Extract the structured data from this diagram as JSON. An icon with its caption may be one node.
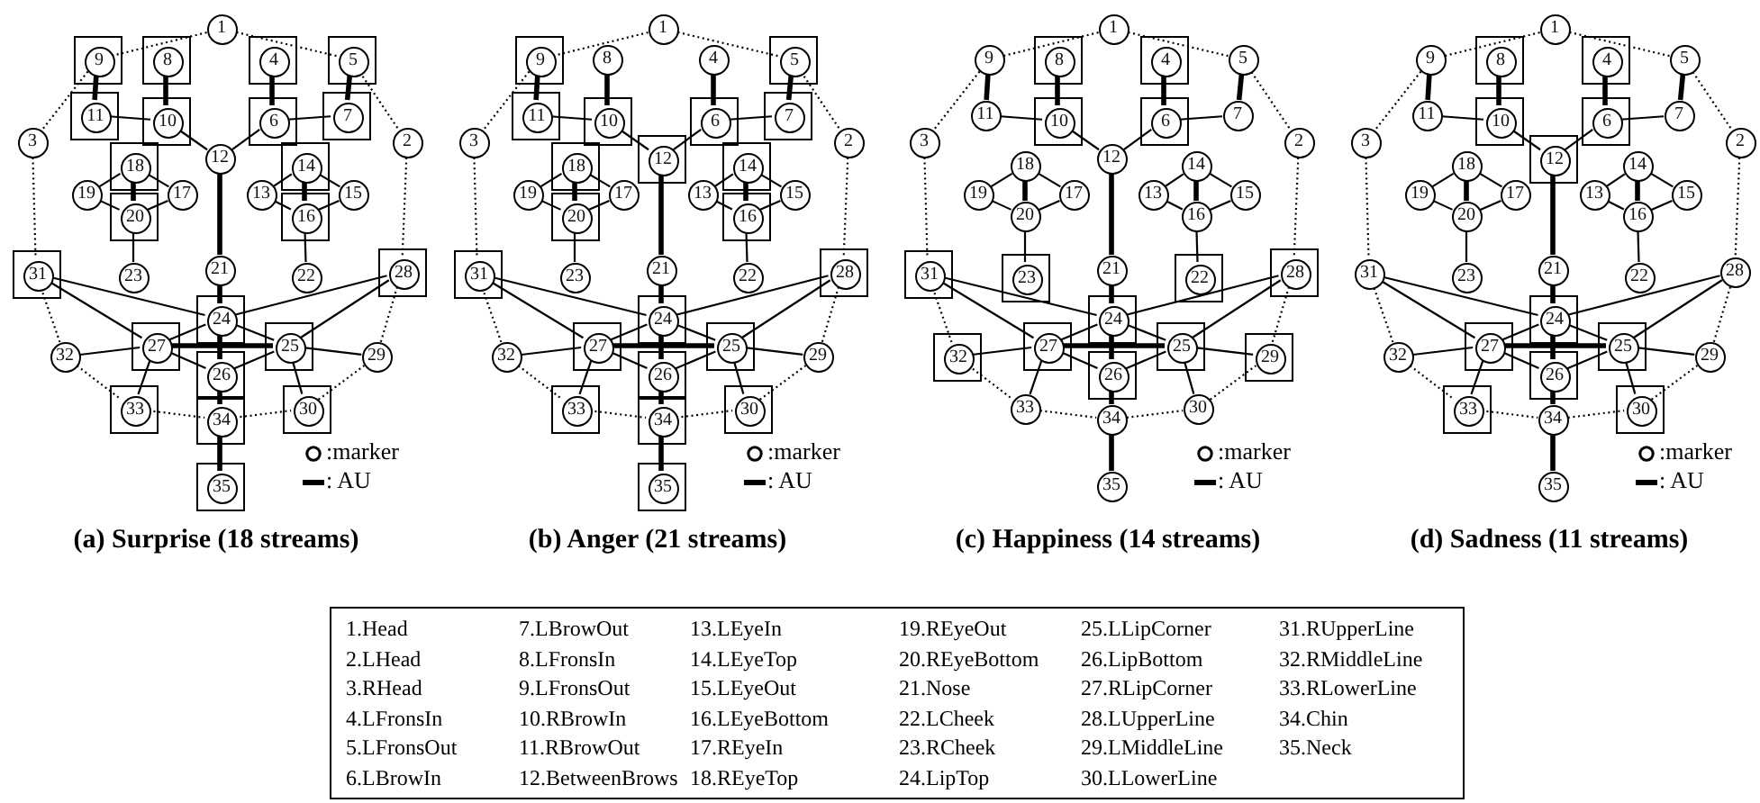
{
  "diagram": {
    "nodes": [
      {
        "text": [],
        "shape": "box"
      },
      {
        "text": [],
        "shape": "box"
      },
      {
        "text": [],
        "shape": "box"
      },
      {
        "text": [],
        "shape": "box"
      },
      {
        "text": [],
        "shape": "box"
      },
      {
        "text": [],
        "shape": "box"
      },
      {
        "text": [],
        "shape": "box"
      },
      {
        "text": [],
        "shape": "box"
      },
      {
        "text": [],
        "shape": "box"
      },
      {
        "text": [],
        "shape": "box"
      },
      {
        "text": [],
        "shape": "box"
      },
      {
        "text": [],
        "shape": "box"
      },
      {
        "text": [],
        "shape": "box"
      },
      {
        "text": [],
        "shape": "box"
      },
      {
        "text": [],
        "shape": "box"
      },
      {
        "text": [],
        "shape": "box"
      },
      {
        "text": [],
        "shape": "box"
      },
      {
        "text": [],
        "shape": "box"
      },
      {
        "text": [],
        "shape": "box"
      },
      {
        "text": [],
        "shape": "box"
      },
      {
        "text": [],
        "shape": "box"
      },
      {
        "text": [],
        "shape": "box"
      },
      {
        "text": [
          "1"
        ]
      },
      {
        "text": [
          "2"
        ]
      },
      {
        "text": [
          "3"
        ]
      },
      {
        "text": [
          "4"
        ],
        "in": 0
      },
      {
        "text": [
          "5"
        ],
        "in": 1
      },
      {
        "text": [
          "6"
        ],
        "in": 2
      },
      {
        "text": [
          "7"
        ],
        "in": 3
      },
      {
        "text": [
          "8"
        ],
        "in": 4
      },
      {
        "text": [
          "9"
        ],
        "in": 5
      },
      {
        "text": [
          "10"
        ],
        "in": 6
      },
      {
        "text": [
          "11"
        ],
        "in": 7
      },
      {
        "text": [
          "12"
        ]
      },
      {
        "text": [
          "13"
        ]
      },
      {
        "text": [
          "14"
        ],
        "in": 8
      },
      {
        "text": [
          "15"
        ]
      },
      {
        "text": [
          "16"
        ],
        "in": 9
      },
      {
        "text": [
          "17"
        ]
      },
      {
        "text": [
          "18"
        ],
        "in": 10
      },
      {
        "text": [
          "19"
        ]
      },
      {
        "text": [
          "20"
        ],
        "in": 11
      },
      {
        "text": [
          "21"
        ]
      },
      {
        "text": [
          "22"
        ]
      },
      {
        "text": [
          "23"
        ]
      },
      {
        "text": [
          "24"
        ],
        "in": 12
      },
      {
        "text": [
          "25"
        ],
        "in": 13
      },
      {
        "text": [
          "26"
        ],
        "in": 14
      },
      {
        "text": [
          "27"
        ],
        "in": 15
      },
      {
        "text": [
          "28"
        ],
        "in": 16
      },
      {
        "text": [
          "29"
        ]
      },
      {
        "text": [
          "30"
        ],
        "in": 17
      },
      {
        "text": [
          "31"
        ],
        "in": 18
      },
      {
        "text": [
          "32"
        ]
      },
      {
        "text": [
          "33"
        ],
        "in": 19
      },
      {
        "text": [
          "34"
        ],
        "in": 20
      },
      {
        "text": [
          "35"
        ],
        "in": 21
      },
      {
        "text": [],
        "shape": "box"
      },
      {
        "text": [],
        "shape": "box"
      },
      {
        "text": [],
        "shape": "box"
      },
      {
        "text": [],
        "shape": "box"
      },
      {
        "text": [],
        "shape": "box"
      },
      {
        "text": [],
        "shape": "box"
      },
      {
        "text": [],
        "shape": "box"
      },
      {
        "text": [],
        "shape": "box"
      },
      {
        "text": [],
        "shape": "box"
      },
      {
        "text": [],
        "shape": "box"
      },
      {
        "text": [],
        "shape": "box"
      },
      {
        "text": [],
        "shape": "box"
      },
      {
        "text": [],
        "shape": "box"
      },
      {
        "text": [],
        "shape": "box"
      },
      {
        "text": [],
        "shape": "box"
      },
      {
        "text": [],
        "shape": "box"
      },
      {
        "text": [],
        "shape": "box"
      },
      {
        "text": [],
        "shape": "box"
      },
      {
        "text": [],
        "shape": "box"
      },
      {
        "text": [],
        "shape": "box"
      },
      {
        "text": [],
        "shape": "box"
      },
      {
        "text": [
          "1"
        ]
      },
      {
        "text": [
          "2"
        ]
      },
      {
        "text": [
          "3"
        ]
      },
      {
        "text": [
          "4"
        ]
      },
      {
        "text": [
          "5"
        ],
        "in": 57
      },
      {
        "text": [
          "6"
        ],
        "in": 58
      },
      {
        "text": [
          "7"
        ],
        "in": 59
      },
      {
        "text": [
          "8"
        ]
      },
      {
        "text": [
          "9"
        ],
        "in": 60
      },
      {
        "text": [
          "10"
        ],
        "in": 61
      },
      {
        "text": [
          "11"
        ],
        "in": 62
      },
      {
        "text": [
          "12"
        ],
        "in": 63
      },
      {
        "text": [
          "13"
        ]
      },
      {
        "text": [
          "14"
        ],
        "in": 64
      },
      {
        "text": [
          "15"
        ]
      },
      {
        "text": [
          "16"
        ],
        "in": 65
      },
      {
        "text": [
          "17"
        ]
      },
      {
        "text": [
          "18"
        ],
        "in": 66
      },
      {
        "text": [
          "19"
        ]
      },
      {
        "text": [
          "20"
        ],
        "in": 67
      },
      {
        "text": [
          "21"
        ]
      },
      {
        "text": [
          "22"
        ]
      },
      {
        "text": [
          "23"
        ]
      },
      {
        "text": [
          "24"
        ],
        "in": 68
      },
      {
        "text": [
          "25"
        ],
        "in": 69
      },
      {
        "text": [
          "26"
        ],
        "in": 70
      },
      {
        "text": [
          "27"
        ],
        "in": 71
      },
      {
        "text": [
          "28"
        ],
        "in": 72
      },
      {
        "text": [
          "29"
        ]
      },
      {
        "text": [
          "30"
        ],
        "in": 73
      },
      {
        "text": [
          "31"
        ],
        "in": 74
      },
      {
        "text": [
          "32"
        ]
      },
      {
        "text": [
          "33"
        ],
        "in": 75
      },
      {
        "text": [
          "34"
        ],
        "in": 76
      },
      {
        "text": [
          "35"
        ],
        "in": 77
      },
      {
        "text": [],
        "shape": "box"
      },
      {
        "text": [],
        "shape": "box"
      },
      {
        "text": [],
        "shape": "box"
      },
      {
        "text": [],
        "shape": "box"
      },
      {
        "text": [],
        "shape": "box"
      },
      {
        "text": [],
        "shape": "box"
      },
      {
        "text": [],
        "shape": "box"
      },
      {
        "text": [],
        "shape": "box"
      },
      {
        "text": [],
        "shape": "box"
      },
      {
        "text": [],
        "shape": "box"
      },
      {
        "text": [],
        "shape": "box"
      },
      {
        "text": [],
        "shape": "box"
      },
      {
        "text": [],
        "shape": "box"
      },
      {
        "text": [],
        "shape": "box"
      },
      {
        "text": [
          "1"
        ]
      },
      {
        "text": [
          "2"
        ]
      },
      {
        "text": [
          "3"
        ]
      },
      {
        "text": [
          "4"
        ],
        "in": 113
      },
      {
        "text": [
          "5"
        ]
      },
      {
        "text": [
          "6"
        ],
        "in": 114
      },
      {
        "text": [
          "7"
        ]
      },
      {
        "text": [
          "8"
        ],
        "in": 115
      },
      {
        "text": [
          "9"
        ]
      },
      {
        "text": [
          "10"
        ],
        "in": 116
      },
      {
        "text": [
          "11"
        ]
      },
      {
        "text": [
          "12"
        ]
      },
      {
        "text": [
          "13"
        ]
      },
      {
        "text": [
          "14"
        ]
      },
      {
        "text": [
          "15"
        ]
      },
      {
        "text": [
          "16"
        ]
      },
      {
        "text": [
          "17"
        ]
      },
      {
        "text": [
          "18"
        ]
      },
      {
        "text": [
          "19"
        ]
      },
      {
        "text": [
          "20"
        ]
      },
      {
        "text": [
          "21"
        ]
      },
      {
        "text": [
          "22"
        ],
        "in": 117
      },
      {
        "text": [
          "23"
        ],
        "in": 118
      },
      {
        "text": [
          "24"
        ],
        "in": 119
      },
      {
        "text": [
          "25"
        ],
        "in": 120
      },
      {
        "text": [
          "26"
        ],
        "in": 121
      },
      {
        "text": [
          "27"
        ],
        "in": 122
      },
      {
        "text": [
          "28"
        ],
        "in": 123
      },
      {
        "text": [
          "29"
        ],
        "in": 124
      },
      {
        "text": [
          "30"
        ]
      },
      {
        "text": [
          "31"
        ],
        "in": 125
      },
      {
        "text": [
          "32"
        ],
        "in": 126
      },
      {
        "text": [
          "33"
        ]
      },
      {
        "text": [
          "34"
        ]
      },
      {
        "text": [
          "35"
        ]
      },
      {
        "text": [],
        "shape": "box"
      },
      {
        "text": [],
        "shape": "box"
      },
      {
        "text": [],
        "shape": "box"
      },
      {
        "text": [],
        "shape": "box"
      },
      {
        "text": [],
        "shape": "box"
      },
      {
        "text": [],
        "shape": "box"
      },
      {
        "text": [],
        "shape": "box"
      },
      {
        "text": [],
        "shape": "box"
      },
      {
        "text": [],
        "shape": "box"
      },
      {
        "text": [],
        "shape": "box"
      },
      {
        "text": [],
        "shape": "box"
      },
      {
        "text": [
          "1"
        ]
      },
      {
        "text": [
          "2"
        ]
      },
      {
        "text": [
          "3"
        ]
      },
      {
        "text": [
          "4"
        ],
        "in": 162
      },
      {
        "text": [
          "5"
        ]
      },
      {
        "text": [
          "6"
        ],
        "in": 163
      },
      {
        "text": [
          "7"
        ]
      },
      {
        "text": [
          "8"
        ],
        "in": 164
      },
      {
        "text": [
          "9"
        ]
      },
      {
        "text": [
          "10"
        ],
        "in": 165
      },
      {
        "text": [
          "11"
        ]
      },
      {
        "text": [
          "12"
        ],
        "in": 166
      },
      {
        "text": [
          "13"
        ]
      },
      {
        "text": [
          "14"
        ]
      },
      {
        "text": [
          "15"
        ]
      },
      {
        "text": [
          "16"
        ]
      },
      {
        "text": [
          "17"
        ]
      },
      {
        "text": [
          "18"
        ]
      },
      {
        "text": [
          "19"
        ]
      },
      {
        "text": [
          "20"
        ]
      },
      {
        "text": [
          "21"
        ]
      },
      {
        "text": [
          "22"
        ]
      },
      {
        "text": [
          "23"
        ]
      },
      {
        "text": [
          "24"
        ],
        "in": 167
      },
      {
        "text": [
          "25"
        ],
        "in": 168
      },
      {
        "text": [
          "26"
        ],
        "in": 169
      },
      {
        "text": [
          "27"
        ],
        "in": 170
      },
      {
        "text": [
          "28"
        ]
      },
      {
        "text": [
          "29"
        ]
      },
      {
        "text": [
          "30"
        ],
        "in": 171
      },
      {
        "text": [
          "31"
        ]
      },
      {
        "text": [
          "32"
        ]
      },
      {
        "text": [
          "33"
        ],
        "in": 172
      },
      {
        "text": [
          "34"
        ]
      },
      {
        "text": [
          "35"
        ]
      }
    ],
    "edges": [
      {
        "from": 22,
        "to": 30,
        "arrow": "none",
        "style": "dashed"
      },
      {
        "from": 22,
        "to": 26,
        "arrow": "none",
        "style": "dashed"
      },
      {
        "from": 30,
        "to": 24,
        "arrow": "none",
        "style": "dashed"
      },
      {
        "from": 26,
        "to": 23,
        "arrow": "none",
        "style": "dashed"
      },
      {
        "from": 24,
        "to": 52,
        "arrow": "none",
        "style": "dashed"
      },
      {
        "from": 23,
        "to": 49,
        "arrow": "none",
        "style": "dashed"
      },
      {
        "from": 52,
        "to": 53,
        "arrow": "none",
        "style": "dashed"
      },
      {
        "from": 53,
        "to": 54,
        "arrow": "none",
        "style": "dashed"
      },
      {
        "from": 54,
        "to": 55,
        "arrow": "none",
        "style": "dashed"
      },
      {
        "from": 55,
        "to": 51,
        "arrow": "none",
        "style": "dashed"
      },
      {
        "from": 51,
        "to": 50,
        "arrow": "none",
        "style": "dashed"
      },
      {
        "from": 50,
        "to": 49,
        "arrow": "none",
        "style": "dashed"
      },
      {
        "from": 30,
        "to": 32,
        "arrow": "none",
        "style": "thick"
      },
      {
        "from": 29,
        "to": 31,
        "arrow": "none",
        "style": "thick"
      },
      {
        "from": 32,
        "to": 31,
        "arrow": "none"
      },
      {
        "from": 31,
        "to": 33,
        "arrow": "none"
      },
      {
        "from": 25,
        "to": 27,
        "arrow": "none",
        "style": "thick"
      },
      {
        "from": 26,
        "to": 28,
        "arrow": "none",
        "style": "thick"
      },
      {
        "from": 28,
        "to": 27,
        "arrow": "none"
      },
      {
        "from": 27,
        "to": 33,
        "arrow": "none"
      },
      {
        "from": 33,
        "to": 42,
        "arrow": "none",
        "style": "thick"
      },
      {
        "from": 42,
        "to": 45,
        "arrow": "none",
        "style": "thick"
      },
      {
        "from": 39,
        "to": 40,
        "arrow": "none"
      },
      {
        "from": 39,
        "to": 38,
        "arrow": "none"
      },
      {
        "from": 39,
        "to": 41,
        "arrow": "none",
        "style": "thick"
      },
      {
        "from": 40,
        "to": 41,
        "arrow": "none"
      },
      {
        "from": 38,
        "to": 41,
        "arrow": "none"
      },
      {
        "from": 41,
        "to": 44,
        "arrow": "none"
      },
      {
        "from": 35,
        "to": 34,
        "arrow": "none"
      },
      {
        "from": 35,
        "to": 36,
        "arrow": "none"
      },
      {
        "from": 35,
        "to": 37,
        "arrow": "none",
        "style": "thick"
      },
      {
        "from": 34,
        "to": 37,
        "arrow": "none"
      },
      {
        "from": 36,
        "to": 37,
        "arrow": "none"
      },
      {
        "from": 37,
        "to": 43,
        "arrow": "none"
      },
      {
        "from": 52,
        "to": 45,
        "arrow": "none"
      },
      {
        "from": 52,
        "to": 48,
        "arrow": "none"
      },
      {
        "from": 49,
        "to": 45,
        "arrow": "none"
      },
      {
        "from": 49,
        "to": 46,
        "arrow": "none"
      },
      {
        "from": 45,
        "to": 48,
        "arrow": "none"
      },
      {
        "from": 45,
        "to": 46,
        "arrow": "none"
      },
      {
        "from": 48,
        "to": 47,
        "arrow": "none"
      },
      {
        "from": 46,
        "to": 47,
        "arrow": "none"
      },
      {
        "from": 48,
        "to": 46,
        "arrow": "none",
        "style": "thick"
      },
      {
        "from": 45,
        "to": 47,
        "arrow": "none",
        "style": "thick"
      },
      {
        "from": 53,
        "to": 48,
        "arrow": "none"
      },
      {
        "from": 50,
        "to": 46,
        "arrow": "none"
      },
      {
        "from": 48,
        "to": 54,
        "arrow": "none"
      },
      {
        "from": 46,
        "to": 51,
        "arrow": "none"
      },
      {
        "from": 47,
        "to": 55,
        "arrow": "none",
        "style": "thick"
      },
      {
        "from": 55,
        "to": 56,
        "arrow": "none",
        "style": "thick"
      },
      {
        "from": 78,
        "to": 86,
        "arrow": "none",
        "style": "dashed"
      },
      {
        "from": 78,
        "to": 82,
        "arrow": "none",
        "style": "dashed"
      },
      {
        "from": 86,
        "to": 80,
        "arrow": "none",
        "style": "dashed"
      },
      {
        "from": 82,
        "to": 79,
        "arrow": "none",
        "style": "dashed"
      },
      {
        "from": 80,
        "to": 108,
        "arrow": "none",
        "style": "dashed"
      },
      {
        "from": 79,
        "to": 105,
        "arrow": "none",
        "style": "dashed"
      },
      {
        "from": 108,
        "to": 109,
        "arrow": "none",
        "style": "dashed"
      },
      {
        "from": 109,
        "to": 110,
        "arrow": "none",
        "style": "dashed"
      },
      {
        "from": 110,
        "to": 111,
        "arrow": "none",
        "style": "dashed"
      },
      {
        "from": 111,
        "to": 107,
        "arrow": "none",
        "style": "dashed"
      },
      {
        "from": 107,
        "to": 106,
        "arrow": "none",
        "style": "dashed"
      },
      {
        "from": 106,
        "to": 105,
        "arrow": "none",
        "style": "dashed"
      },
      {
        "from": 86,
        "to": 88,
        "arrow": "none",
        "style": "thick"
      },
      {
        "from": 85,
        "to": 87,
        "arrow": "none",
        "style": "thick"
      },
      {
        "from": 88,
        "to": 87,
        "arrow": "none"
      },
      {
        "from": 87,
        "to": 89,
        "arrow": "none"
      },
      {
        "from": 81,
        "to": 83,
        "arrow": "none",
        "style": "thick"
      },
      {
        "from": 82,
        "to": 84,
        "arrow": "none",
        "style": "thick"
      },
      {
        "from": 84,
        "to": 83,
        "arrow": "none"
      },
      {
        "from": 83,
        "to": 89,
        "arrow": "none"
      },
      {
        "from": 89,
        "to": 98,
        "arrow": "none",
        "style": "thick"
      },
      {
        "from": 98,
        "to": 101,
        "arrow": "none",
        "style": "thick"
      },
      {
        "from": 95,
        "to": 96,
        "arrow": "none"
      },
      {
        "from": 95,
        "to": 94,
        "arrow": "none"
      },
      {
        "from": 95,
        "to": 97,
        "arrow": "none",
        "style": "thick"
      },
      {
        "from": 96,
        "to": 97,
        "arrow": "none"
      },
      {
        "from": 94,
        "to": 97,
        "arrow": "none"
      },
      {
        "from": 97,
        "to": 100,
        "arrow": "none"
      },
      {
        "from": 91,
        "to": 90,
        "arrow": "none"
      },
      {
        "from": 91,
        "to": 92,
        "arrow": "none"
      },
      {
        "from": 91,
        "to": 93,
        "arrow": "none",
        "style": "thick"
      },
      {
        "from": 90,
        "to": 93,
        "arrow": "none"
      },
      {
        "from": 92,
        "to": 93,
        "arrow": "none"
      },
      {
        "from": 93,
        "to": 99,
        "arrow": "none"
      },
      {
        "from": 108,
        "to": 101,
        "arrow": "none"
      },
      {
        "from": 108,
        "to": 104,
        "arrow": "none"
      },
      {
        "from": 105,
        "to": 101,
        "arrow": "none"
      },
      {
        "from": 105,
        "to": 102,
        "arrow": "none"
      },
      {
        "from": 101,
        "to": 104,
        "arrow": "none"
      },
      {
        "from": 101,
        "to": 102,
        "arrow": "none"
      },
      {
        "from": 104,
        "to": 103,
        "arrow": "none"
      },
      {
        "from": 102,
        "to": 103,
        "arrow": "none"
      },
      {
        "from": 104,
        "to": 102,
        "arrow": "none",
        "style": "thick"
      },
      {
        "from": 101,
        "to": 103,
        "arrow": "none",
        "style": "thick"
      },
      {
        "from": 109,
        "to": 104,
        "arrow": "none"
      },
      {
        "from": 106,
        "to": 102,
        "arrow": "none"
      },
      {
        "from": 104,
        "to": 110,
        "arrow": "none"
      },
      {
        "from": 102,
        "to": 107,
        "arrow": "none"
      },
      {
        "from": 103,
        "to": 111,
        "arrow": "none",
        "style": "thick"
      },
      {
        "from": 111,
        "to": 112,
        "arrow": "none",
        "style": "thick"
      },
      {
        "from": 127,
        "to": 135,
        "arrow": "none",
        "style": "dashed"
      },
      {
        "from": 127,
        "to": 131,
        "arrow": "none",
        "style": "dashed"
      },
      {
        "from": 135,
        "to": 129,
        "arrow": "none",
        "style": "dashed"
      },
      {
        "from": 131,
        "to": 128,
        "arrow": "none",
        "style": "dashed"
      },
      {
        "from": 129,
        "to": 157,
        "arrow": "none",
        "style": "dashed"
      },
      {
        "from": 128,
        "to": 154,
        "arrow": "none",
        "style": "dashed"
      },
      {
        "from": 157,
        "to": 158,
        "arrow": "none",
        "style": "dashed"
      },
      {
        "from": 158,
        "to": 159,
        "arrow": "none",
        "style": "dashed"
      },
      {
        "from": 159,
        "to": 160,
        "arrow": "none",
        "style": "dashed"
      },
      {
        "from": 160,
        "to": 156,
        "arrow": "none",
        "style": "dashed"
      },
      {
        "from": 156,
        "to": 155,
        "arrow": "none",
        "style": "dashed"
      },
      {
        "from": 155,
        "to": 154,
        "arrow": "none",
        "style": "dashed"
      },
      {
        "from": 135,
        "to": 137,
        "arrow": "none",
        "style": "thick"
      },
      {
        "from": 134,
        "to": 136,
        "arrow": "none",
        "style": "thick"
      },
      {
        "from": 137,
        "to": 136,
        "arrow": "none"
      },
      {
        "from": 136,
        "to": 138,
        "arrow": "none"
      },
      {
        "from": 130,
        "to": 132,
        "arrow": "none",
        "style": "thick"
      },
      {
        "from": 131,
        "to": 133,
        "arrow": "none",
        "style": "thick"
      },
      {
        "from": 133,
        "to": 132,
        "arrow": "none"
      },
      {
        "from": 132,
        "to": 138,
        "arrow": "none"
      },
      {
        "from": 138,
        "to": 147,
        "arrow": "none",
        "style": "thick"
      },
      {
        "from": 147,
        "to": 150,
        "arrow": "none",
        "style": "thick"
      },
      {
        "from": 144,
        "to": 145,
        "arrow": "none"
      },
      {
        "from": 144,
        "to": 143,
        "arrow": "none"
      },
      {
        "from": 144,
        "to": 146,
        "arrow": "none",
        "style": "thick"
      },
      {
        "from": 145,
        "to": 146,
        "arrow": "none"
      },
      {
        "from": 143,
        "to": 146,
        "arrow": "none"
      },
      {
        "from": 146,
        "to": 149,
        "arrow": "none"
      },
      {
        "from": 140,
        "to": 139,
        "arrow": "none"
      },
      {
        "from": 140,
        "to": 141,
        "arrow": "none"
      },
      {
        "from": 140,
        "to": 142,
        "arrow": "none",
        "style": "thick"
      },
      {
        "from": 139,
        "to": 142,
        "arrow": "none"
      },
      {
        "from": 141,
        "to": 142,
        "arrow": "none"
      },
      {
        "from": 142,
        "to": 148,
        "arrow": "none"
      },
      {
        "from": 157,
        "to": 150,
        "arrow": "none"
      },
      {
        "from": 157,
        "to": 153,
        "arrow": "none"
      },
      {
        "from": 154,
        "to": 150,
        "arrow": "none"
      },
      {
        "from": 154,
        "to": 151,
        "arrow": "none"
      },
      {
        "from": 150,
        "to": 153,
        "arrow": "none"
      },
      {
        "from": 150,
        "to": 151,
        "arrow": "none"
      },
      {
        "from": 153,
        "to": 152,
        "arrow": "none"
      },
      {
        "from": 151,
        "to": 152,
        "arrow": "none"
      },
      {
        "from": 153,
        "to": 151,
        "arrow": "none",
        "style": "thick"
      },
      {
        "from": 150,
        "to": 152,
        "arrow": "none",
        "style": "thick"
      },
      {
        "from": 158,
        "to": 153,
        "arrow": "none"
      },
      {
        "from": 155,
        "to": 151,
        "arrow": "none"
      },
      {
        "from": 153,
        "to": 159,
        "arrow": "none"
      },
      {
        "from": 151,
        "to": 156,
        "arrow": "none"
      },
      {
        "from": 152,
        "to": 160,
        "arrow": "none",
        "style": "thick"
      },
      {
        "from": 160,
        "to": 161,
        "arrow": "none",
        "style": "thick"
      },
      {
        "from": 173,
        "to": 181,
        "arrow": "none",
        "style": "dashed"
      },
      {
        "from": 173,
        "to": 177,
        "arrow": "none",
        "style": "dashed"
      },
      {
        "from": 181,
        "to": 175,
        "arrow": "none",
        "style": "dashed"
      },
      {
        "from": 177,
        "to": 174,
        "arrow": "none",
        "style": "dashed"
      },
      {
        "from": 175,
        "to": 203,
        "arrow": "none",
        "style": "dashed"
      },
      {
        "from": 174,
        "to": 200,
        "arrow": "none",
        "style": "dashed"
      },
      {
        "from": 203,
        "to": 204,
        "arrow": "none",
        "style": "dashed"
      },
      {
        "from": 204,
        "to": 205,
        "arrow": "none",
        "style": "dashed"
      },
      {
        "from": 205,
        "to": 206,
        "arrow": "none",
        "style": "dashed"
      },
      {
        "from": 206,
        "to": 202,
        "arrow": "none",
        "style": "dashed"
      },
      {
        "from": 202,
        "to": 201,
        "arrow": "none",
        "style": "dashed"
      },
      {
        "from": 201,
        "to": 200,
        "arrow": "none",
        "style": "dashed"
      },
      {
        "from": 181,
        "to": 183,
        "arrow": "none",
        "style": "thick"
      },
      {
        "from": 180,
        "to": 182,
        "arrow": "none",
        "style": "thick"
      },
      {
        "from": 183,
        "to": 182,
        "arrow": "none"
      },
      {
        "from": 182,
        "to": 184,
        "arrow": "none"
      },
      {
        "from": 176,
        "to": 178,
        "arrow": "none",
        "style": "thick"
      },
      {
        "from": 177,
        "to": 179,
        "arrow": "none",
        "style": "thick"
      },
      {
        "from": 179,
        "to": 178,
        "arrow": "none"
      },
      {
        "from": 178,
        "to": 184,
        "arrow": "none"
      },
      {
        "from": 184,
        "to": 193,
        "arrow": "none",
        "style": "thick"
      },
      {
        "from": 193,
        "to": 196,
        "arrow": "none",
        "style": "thick"
      },
      {
        "from": 190,
        "to": 191,
        "arrow": "none"
      },
      {
        "from": 190,
        "to": 189,
        "arrow": "none"
      },
      {
        "from": 190,
        "to": 192,
        "arrow": "none",
        "style": "thick"
      },
      {
        "from": 191,
        "to": 192,
        "arrow": "none"
      },
      {
        "from": 189,
        "to": 192,
        "arrow": "none"
      },
      {
        "from": 192,
        "to": 195,
        "arrow": "none"
      },
      {
        "from": 186,
        "to": 185,
        "arrow": "none"
      },
      {
        "from": 186,
        "to": 187,
        "arrow": "none"
      },
      {
        "from": 186,
        "to": 188,
        "arrow": "none",
        "style": "thick"
      },
      {
        "from": 185,
        "to": 188,
        "arrow": "none"
      },
      {
        "from": 187,
        "to": 188,
        "arrow": "none"
      },
      {
        "from": 188,
        "to": 194,
        "arrow": "none"
      },
      {
        "from": 203,
        "to": 196,
        "arrow": "none"
      },
      {
        "from": 203,
        "to": 199,
        "arrow": "none"
      },
      {
        "from": 200,
        "to": 196,
        "arrow": "none"
      },
      {
        "from": 200,
        "to": 197,
        "arrow": "none"
      },
      {
        "from": 196,
        "to": 199,
        "arrow": "none"
      },
      {
        "from": 196,
        "to": 197,
        "arrow": "none"
      },
      {
        "from": 199,
        "to": 198,
        "arrow": "none"
      },
      {
        "from": 197,
        "to": 198,
        "arrow": "none"
      },
      {
        "from": 199,
        "to": 197,
        "arrow": "none",
        "style": "thick"
      },
      {
        "from": 196,
        "to": 198,
        "arrow": "none",
        "style": "thick"
      },
      {
        "from": 204,
        "to": 199,
        "arrow": "none"
      },
      {
        "from": 201,
        "to": 197,
        "arrow": "none"
      },
      {
        "from": 199,
        "to": 205,
        "arrow": "none"
      },
      {
        "from": 197,
        "to": 202,
        "arrow": "none"
      },
      {
        "from": 198,
        "to": 206,
        "arrow": "none",
        "style": "thick"
      },
      {
        "from": 206,
        "to": 207,
        "arrow": "none",
        "style": "thick"
      }
    ],
    "labels": [
      "(a) Surprise (18 streams)",
      "(b) Anger (21 streams)",
      "(c) Happiness (14 streams)",
      "(d) Sadness (11 streams)",
      "1.Head",
      "7.LBrowOut",
      "13.LEyeIn",
      "19.REyeOut",
      "25.LLipCorner",
      "31.RUpperLine",
      "2.LHead",
      "8.LFronsIn",
      "14.LEyeTop",
      "20.REyeBottom",
      "26.LipBottom",
      "32.RMiddleLine",
      "3.RHead",
      "9.LFronsOut",
      "15.LEyeOut",
      "21.Nose",
      "27.RLipCorner",
      "33.RLowerLine",
      "4.LFronsIn",
      "10.RBrowIn",
      "16.LEyeBottom",
      "22.LCheek",
      "28.LUpperLine",
      "34.Chin",
      "5.LFronsOut",
      "11.RBrowOut",
      "17.REyeIn",
      "23.RCheek",
      "29.LMiddleLine",
      "35.Neck",
      "6.LBrowIn",
      "12.BetweenBrows",
      "18.REyeTop",
      "24.LipTop",
      "30.LLowerLine"
    ],
    "legend": [
      {
        "text": ":marker"
      },
      {
        "text": ": AU"
      },
      {
        "text": ":marker"
      },
      {
        "text": ": AU"
      },
      {
        "text": ":marker"
      },
      {
        "text": ": AU"
      },
      {
        "text": ":marker"
      },
      {
        "text": ": AU"
      }
    ]
  }
}
